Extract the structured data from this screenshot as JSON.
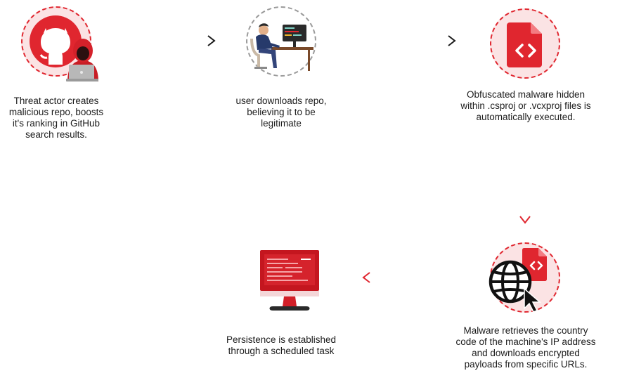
{
  "colors": {
    "accent": "#e0262f",
    "accent_light": "#fbe3e4",
    "dark_arrow": "#1a1a1a",
    "grey_dash": "#9a9a9a"
  },
  "steps": [
    {
      "icon": "github-hacker-icon",
      "lines": [
        "Threat actor creates",
        "malicious repo, boosts",
        "it's ranking in GitHub",
        "search results."
      ]
    },
    {
      "icon": "user-at-computer-icon",
      "lines": [
        "user downloads repo,",
        "believing it to be",
        "legitimate"
      ]
    },
    {
      "icon": "code-file-icon",
      "lines": [
        "Obfuscated malware hidden",
        "within .csproj or .vcxproj files is",
        "automatically executed."
      ]
    },
    {
      "icon": "globe-code-cursor-icon",
      "lines": [
        "Malware retrieves the country",
        "code of the machine's IP address",
        "and downloads encrypted",
        "payloads from specific URLs."
      ]
    },
    {
      "icon": "monitor-icon",
      "lines": [
        "Persistence is established",
        "through a scheduled task"
      ]
    }
  ]
}
